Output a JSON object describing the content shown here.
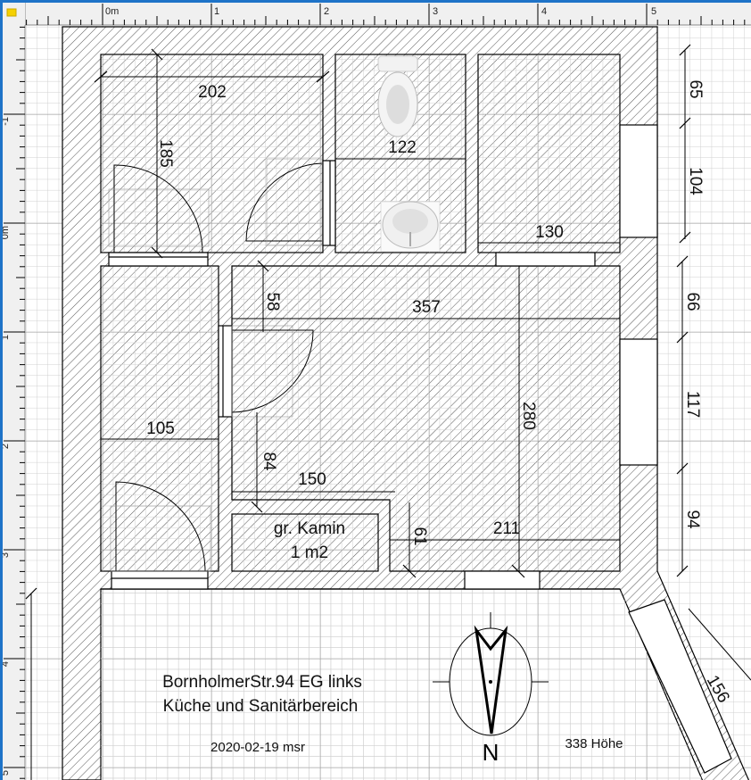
{
  "rulers": {
    "top": [
      "0m",
      "1",
      "2",
      "3",
      "4",
      "5"
    ],
    "left": [
      "-1",
      "0m",
      "1",
      "2",
      "3",
      "4",
      "5"
    ]
  },
  "dimensions": {
    "room_a_width": "202",
    "room_a_height": "185",
    "wc_width": "122",
    "room_c_width": "130",
    "right_65": "65",
    "right_104": "104",
    "right_66": "66",
    "right_117": "117",
    "right_94": "94",
    "door_58": "58",
    "kitchen_width": "357",
    "hall_width": "105",
    "wall_84": "84",
    "chimney_150": "150",
    "chimney_61": "61",
    "kitchen_211": "211",
    "kitchen_height": "280",
    "diagonal_156": "156"
  },
  "chimney": {
    "line1": "gr. Kamin",
    "line2": "1 m2"
  },
  "title": {
    "line1": "BornholmerStr.94 EG links",
    "line2": "Küche und Sanitärbereich"
  },
  "date_label": "2020-02-19 msr",
  "height_label": "338 Höhe",
  "compass": {
    "label": "N"
  },
  "colors": {
    "frame": "#1e73c8",
    "ruler_bg": "#f0f0f0",
    "grid_minor": "#d4d4d4",
    "grid_major": "#a8a8a8"
  }
}
